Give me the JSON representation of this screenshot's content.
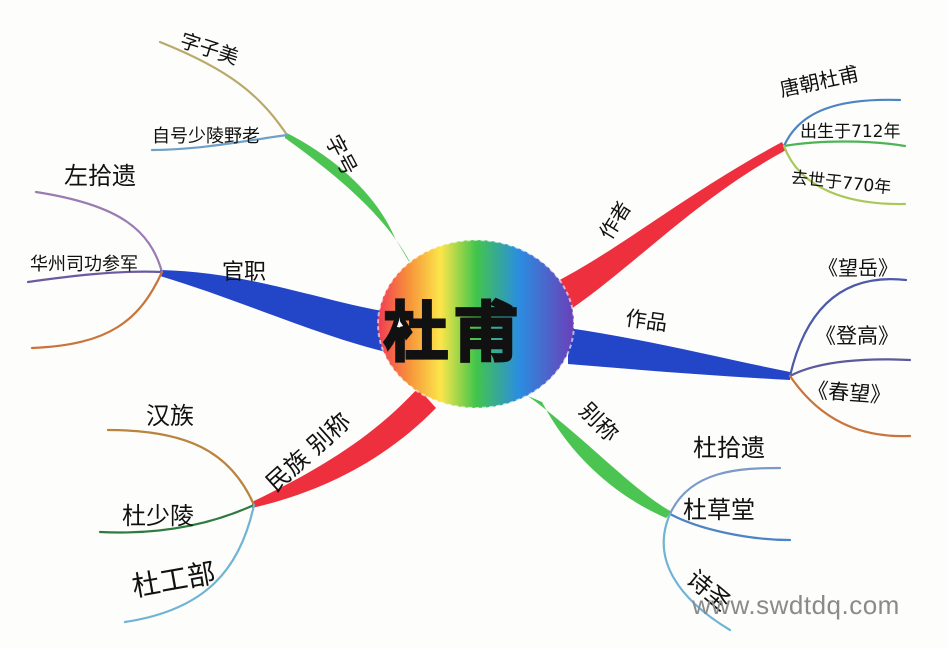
{
  "center": {
    "title": "杜甫"
  },
  "branches": {
    "zihao": {
      "label": "字号",
      "leaves": [
        "字子美",
        "自号少陵野老"
      ]
    },
    "guanzhi": {
      "label": "官职",
      "leaves": [
        "左拾遗",
        "华州司功参军"
      ]
    },
    "minzu": {
      "label": "民族 别称",
      "leaves": [
        "汉族",
        "杜少陵",
        "杜工部"
      ]
    },
    "zuozhe": {
      "label": "作者",
      "leaves": [
        "唐朝杜甫",
        "出生于712年",
        "去世于770年"
      ]
    },
    "zuopin": {
      "label": "作品",
      "leaves": [
        "《望岳》",
        "《登高》",
        "《春望》"
      ]
    },
    "biecheng": {
      "label": "别称",
      "leaves": [
        "杜拾遗",
        "杜草堂",
        "诗圣"
      ]
    }
  },
  "watermark": "www.swdtdq.com",
  "colors": {
    "branch_green": "#4cc452",
    "branch_blue": "#2346c9",
    "branch_red": "#ee2f3e",
    "center_rainbow": [
      "#f23b54",
      "#f7943a",
      "#fbe64a",
      "#42c54b",
      "#2b8de0",
      "#6b3fb8"
    ]
  }
}
